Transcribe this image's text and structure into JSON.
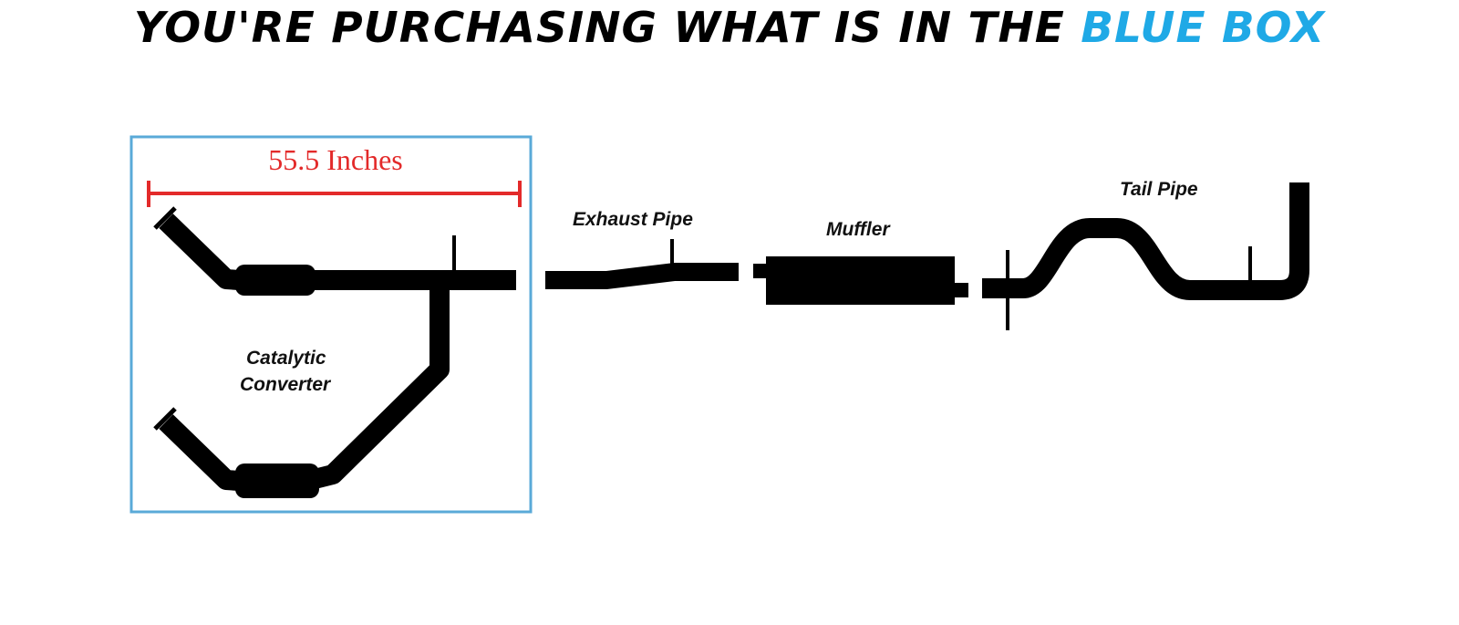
{
  "header": {
    "text_main": "YOU'RE PURCHASING WHAT IS IN THE ",
    "text_highlight": "BLUE BOX",
    "highlight_color": "#1fa9e6"
  },
  "diagram": {
    "dimension_label": "55.5 Inches",
    "labels": {
      "catalytic_line1": "Catalytic",
      "catalytic_line2": "Converter",
      "exhaust_pipe": "Exhaust Pipe",
      "muffler": "Muffler",
      "tail_pipe": "Tail Pipe"
    },
    "box_color": "#5aaad8",
    "dimension_color": "#e32a2a"
  }
}
